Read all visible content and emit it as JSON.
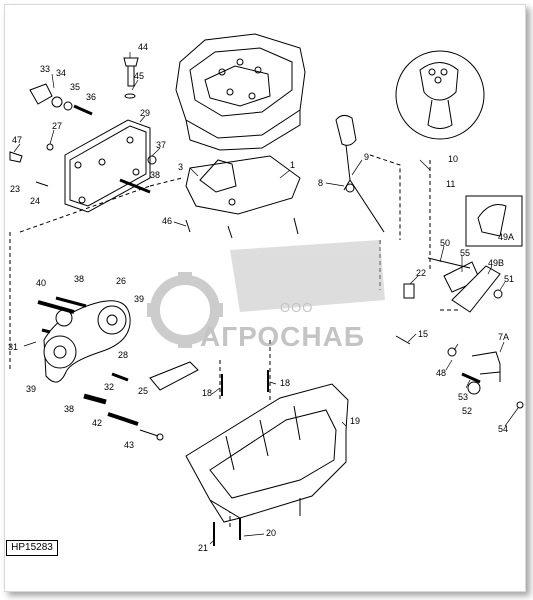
{
  "drawing_code": "HP15283",
  "watermark": {
    "top": "ООО",
    "main": "АГРОСНАБ"
  },
  "callouts": [
    "44",
    "33",
    "34",
    "45",
    "35",
    "36",
    "29",
    "27",
    "47",
    "37",
    "38",
    "23",
    "24",
    "10",
    "9",
    "8",
    "3",
    "1",
    "11",
    "46",
    "49A",
    "50",
    "40",
    "38",
    "26",
    "22",
    "55",
    "49B",
    "51",
    "39",
    "15",
    "31",
    "28",
    "7A",
    "39",
    "32",
    "25",
    "48",
    "18",
    "18",
    "53",
    "52",
    "38",
    "42",
    "19",
    "54",
    "43",
    "20",
    "21"
  ]
}
